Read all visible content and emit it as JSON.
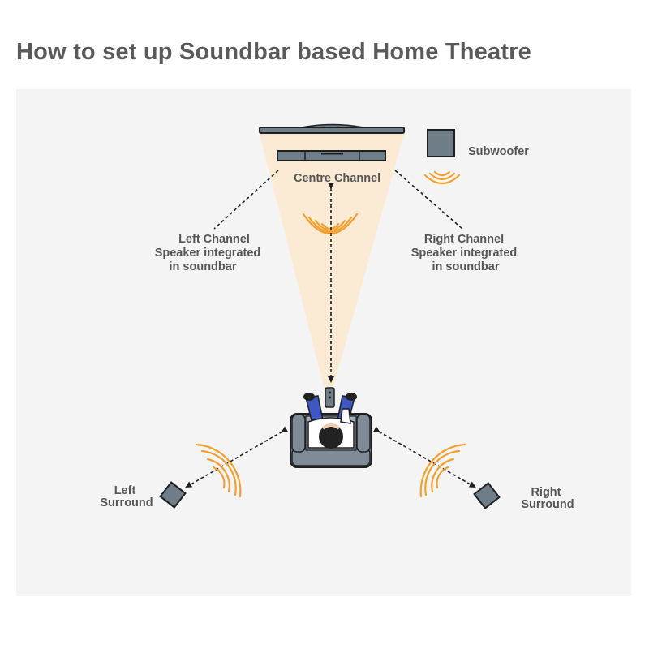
{
  "title": "How to set up Soundbar based Home Theatre",
  "labels": {
    "subwoofer": "Subwoofer",
    "centre_channel": "Centre Channel",
    "left_channel": [
      "Left Channel",
      "Speaker integrated",
      "in soundbar"
    ],
    "right_channel": [
      "Right Channel",
      "Speaker integrated",
      "in soundbar"
    ],
    "left_surround": [
      "Left",
      "Surround"
    ],
    "right_surround": [
      "Right",
      "Surround"
    ]
  },
  "colors": {
    "background": "#f4f4f4",
    "speaker": "#6f7d89",
    "outline": "#1f1f1f",
    "sound_waves": "#f0a030",
    "light_beam": "#fcead2",
    "text": "#555555",
    "title": "#5a5a5a",
    "user_shirt": "#3f57c4"
  }
}
